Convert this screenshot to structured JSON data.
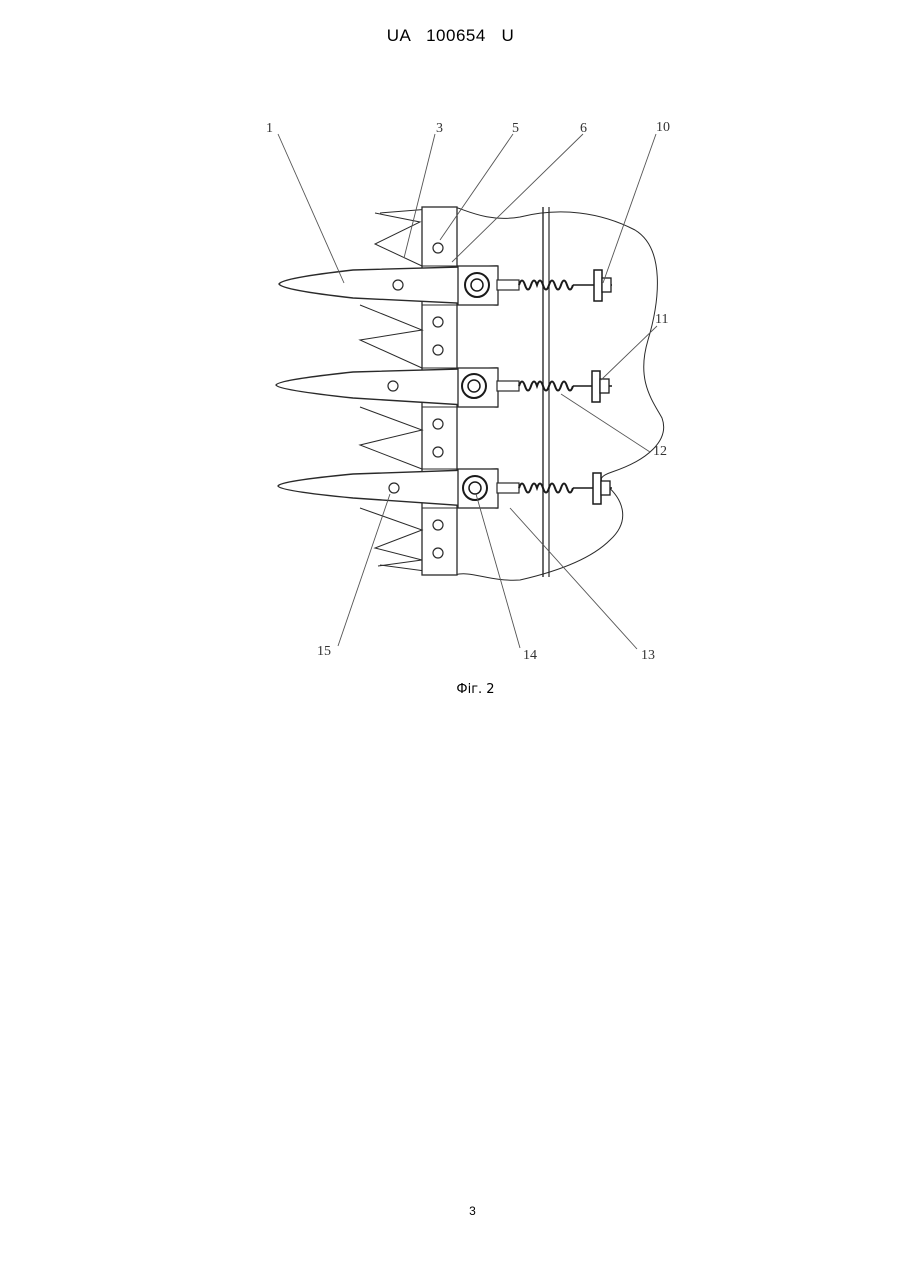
{
  "document": {
    "header": "UA   100654   U",
    "figure_caption": "Фіг. 2",
    "page_number": "3"
  },
  "figure": {
    "labels": [
      "1",
      "3",
      "5",
      "6",
      "10",
      "11",
      "12",
      "13",
      "14",
      "15"
    ]
  }
}
